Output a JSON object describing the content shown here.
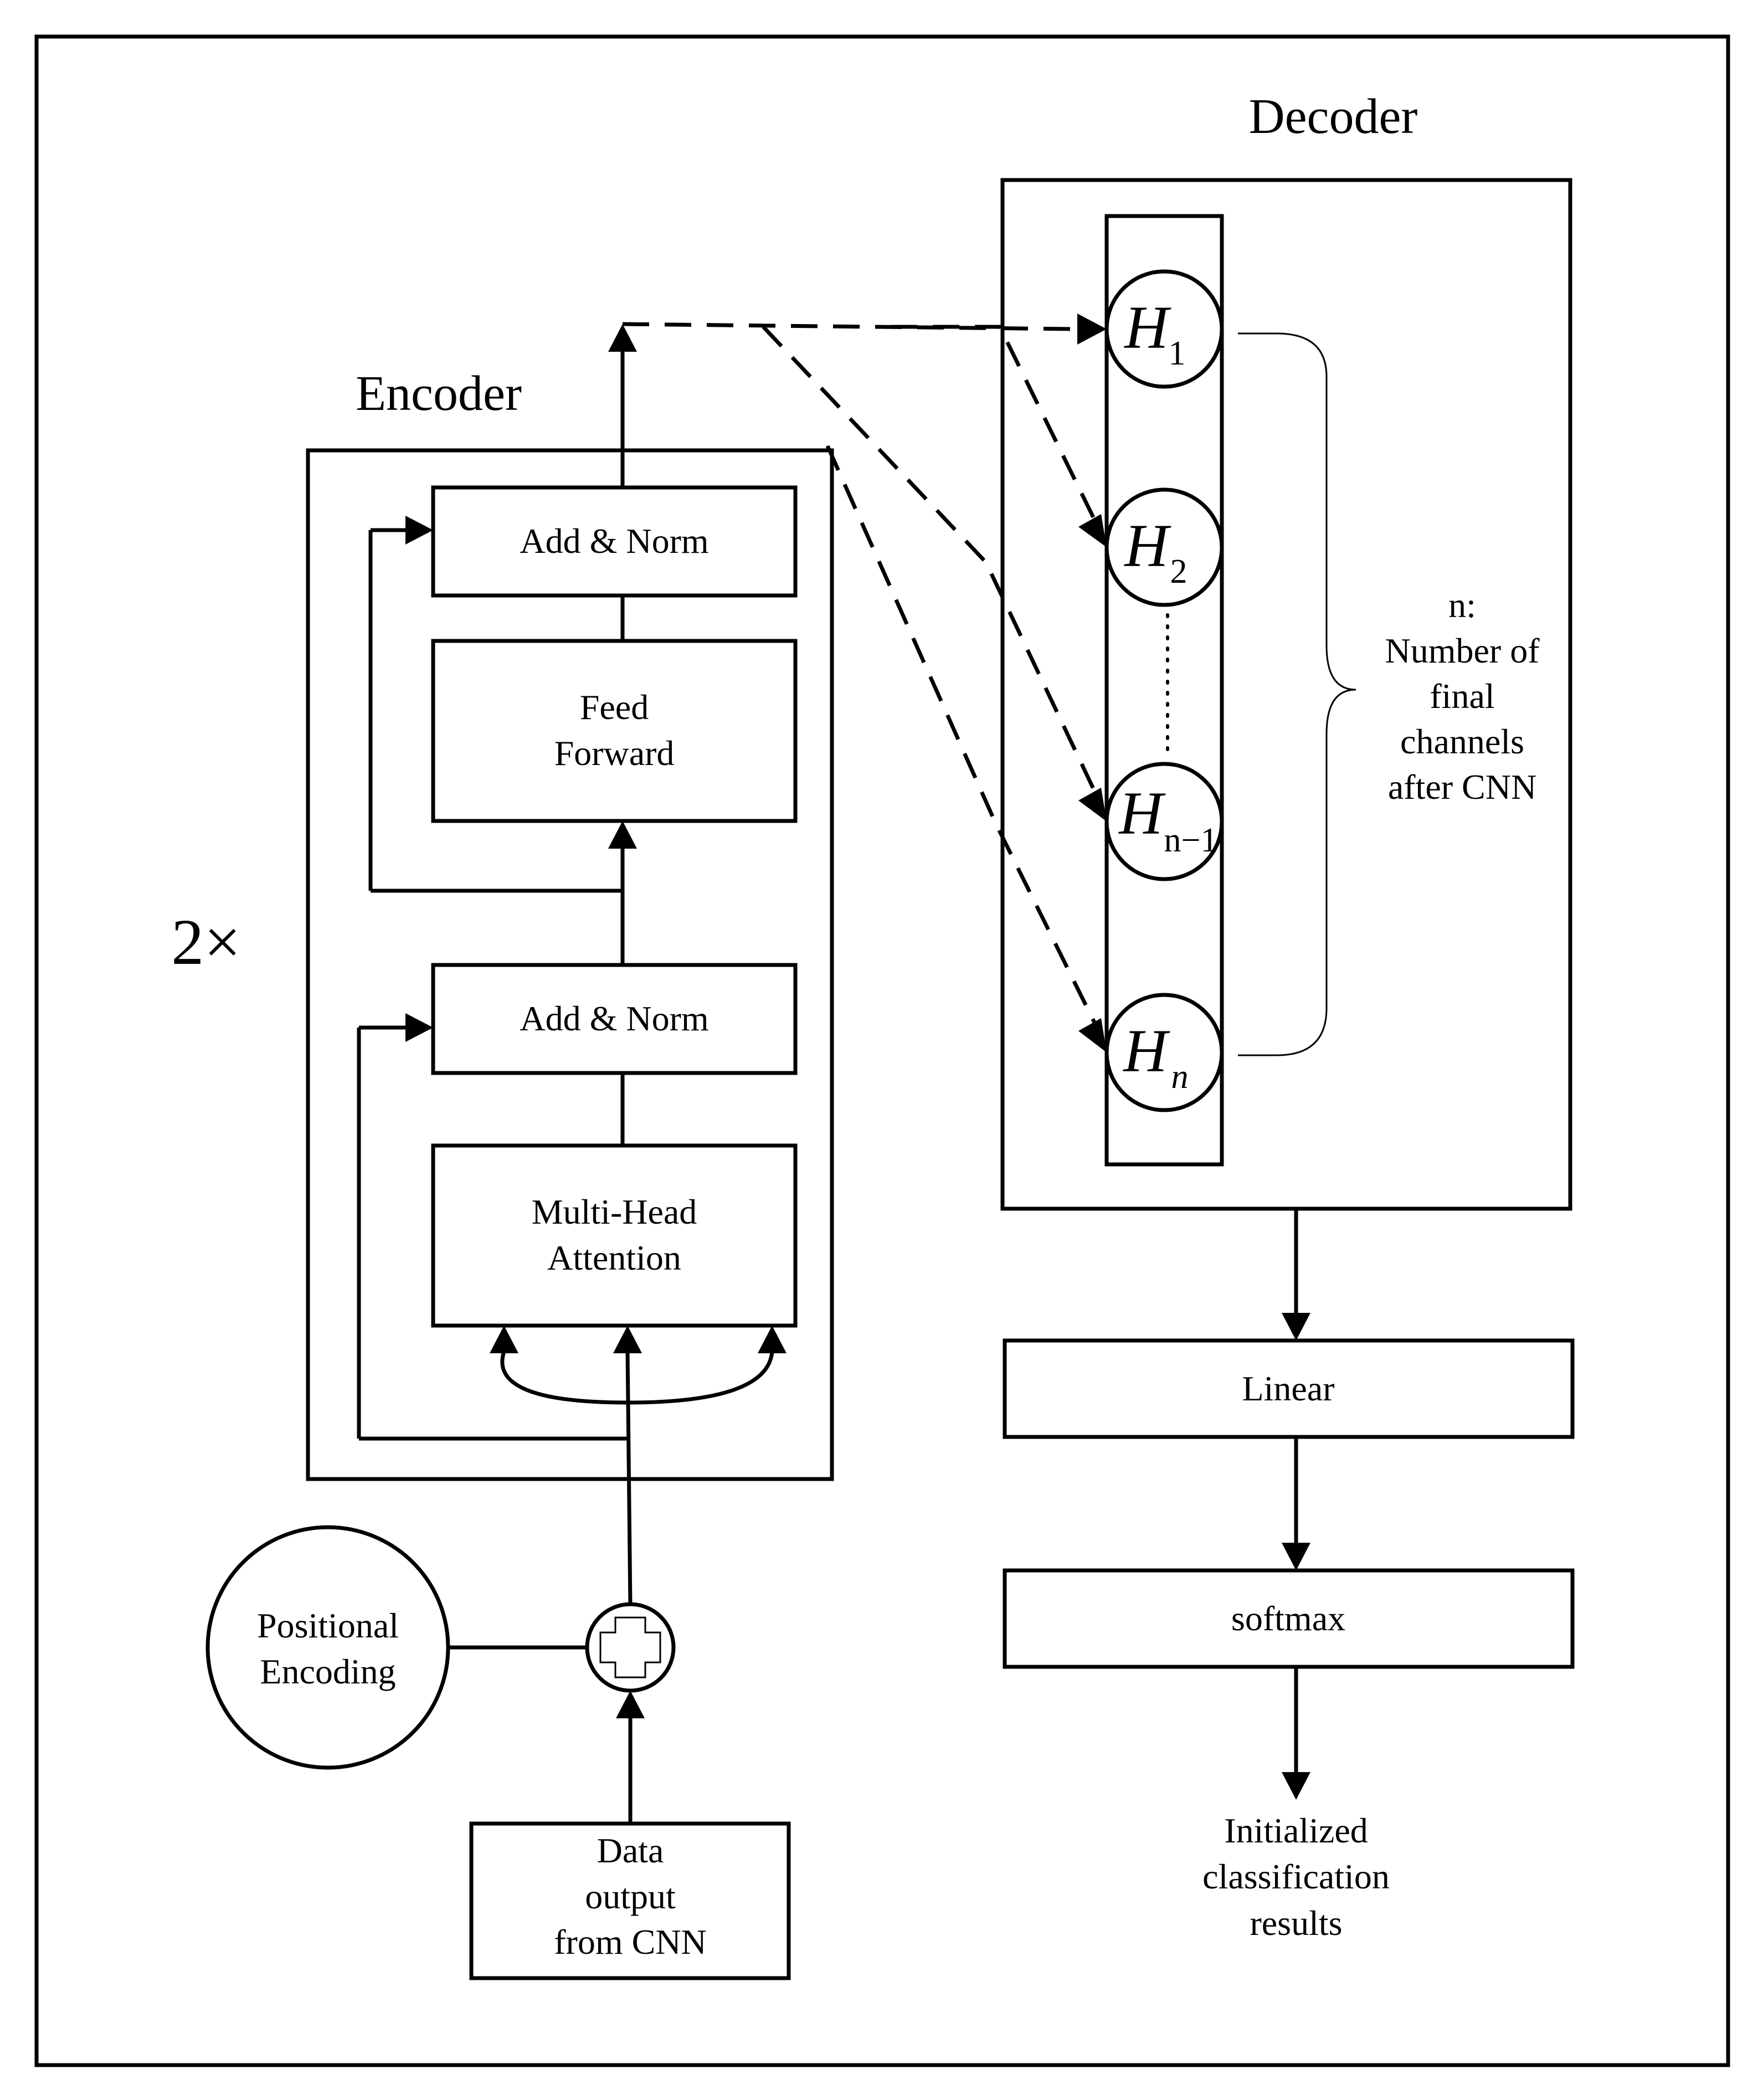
{
  "encoder": {
    "title": "Encoder",
    "repeat": "2×",
    "add_norm_top": "Add & Norm",
    "feed_forward_line1": "Feed",
    "feed_forward_line2": "Forward",
    "add_norm_bottom": "Add & Norm",
    "multi_head_line1": "Multi-Head",
    "multi_head_line2": "Attention"
  },
  "decoder": {
    "title": "Decoder",
    "nodes": [
      {
        "symbol": "H",
        "subscript": "1"
      },
      {
        "symbol": "H",
        "subscript": "2"
      },
      {
        "symbol": "H",
        "subscript": "n−1"
      },
      {
        "symbol": "H",
        "subscript": "n"
      }
    ],
    "brace_note": [
      "n:",
      "Number of",
      "final",
      "channels",
      "after CNN"
    ]
  },
  "positional_encoding": {
    "line1": "Positional",
    "line2": "Encoding"
  },
  "input_box": {
    "line1": "Data",
    "line2": "output",
    "line3": "from CNN"
  },
  "output_head": {
    "linear": "Linear",
    "softmax": "softmax",
    "result_line1": "Initialized",
    "result_line2": "classification",
    "result_line3": "results"
  }
}
